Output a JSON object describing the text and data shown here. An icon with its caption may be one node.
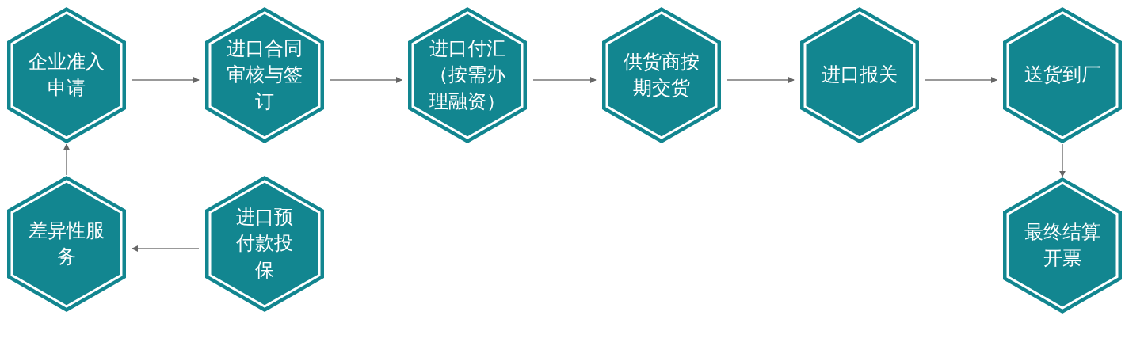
{
  "diagram": {
    "nodes": [
      {
        "text": [
          "企业准入申请"
        ]
      },
      {
        "text": [
          "进口合同审核与签订"
        ]
      },
      {
        "text": [
          "进口付汇（按需办理融资）"
        ]
      },
      {
        "text": [
          "供货商按期交货"
        ]
      },
      {
        "text": [
          "进口报关"
        ]
      },
      {
        "text": [
          "送货到厂"
        ]
      },
      {
        "text": [
          "最终结算开票"
        ]
      },
      {
        "text": [
          "进口预付款投保"
        ]
      },
      {
        "text": [
          "差异性服务"
        ]
      }
    ],
    "edges": [
      {
        "from": 0,
        "to": 1,
        "arrow": "to"
      },
      {
        "from": 1,
        "to": 2,
        "arrow": "to"
      },
      {
        "from": 2,
        "to": 3,
        "arrow": "to"
      },
      {
        "from": 3,
        "to": 4,
        "arrow": "to"
      },
      {
        "from": 4,
        "to": 5,
        "arrow": "to"
      },
      {
        "from": 5,
        "to": 6,
        "arrow": "to"
      },
      {
        "from": 7,
        "to": 8,
        "arrow": "to"
      },
      {
        "from": 8,
        "to": 0,
        "arrow": "to"
      }
    ]
  }
}
